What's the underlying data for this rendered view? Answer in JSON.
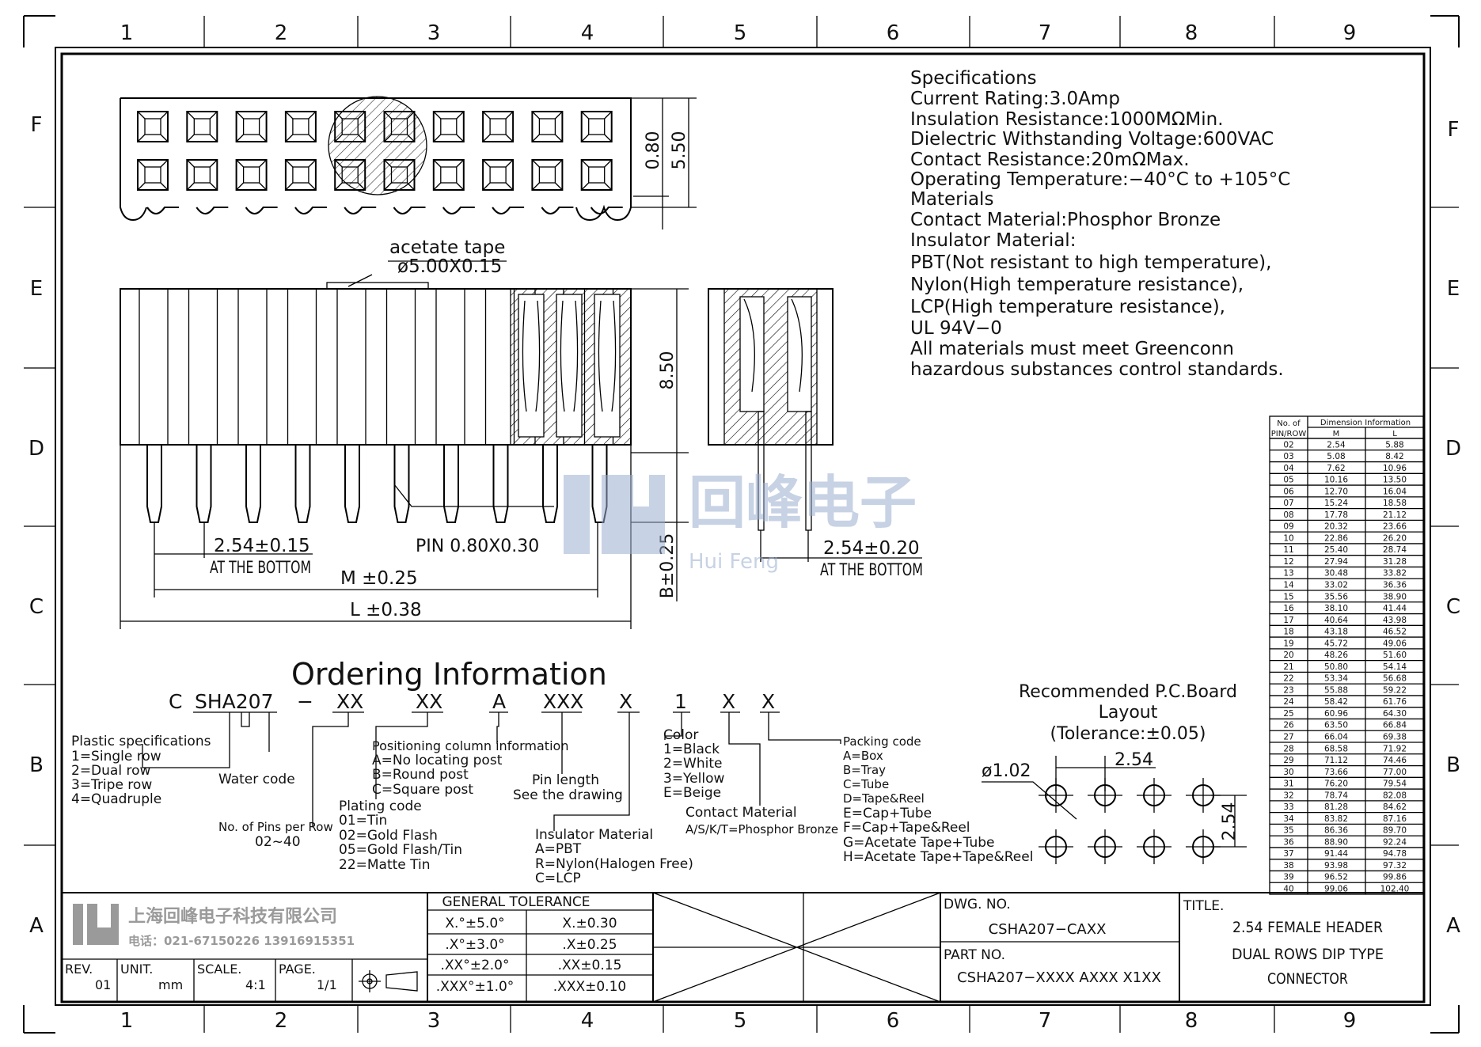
{
  "colors": {
    "ink": "#000000",
    "watermark": "#9aaecf",
    "stamp_gray": "#9a9a9a"
  },
  "border": {
    "columns": [
      "1",
      "2",
      "3",
      "4",
      "5",
      "6",
      "7",
      "8",
      "9"
    ],
    "rows": [
      "F",
      "E",
      "D",
      "C",
      "B",
      "A"
    ]
  },
  "specs": {
    "lines": [
      "Specifications",
      "Current  Rating:3.0Amp",
      "Insulation  Resistance:1000MΩMin.",
      "Dielectric  Withstanding  Voltage:600VAC",
      "Contact  Resistance:20mΩMax.",
      "Operating  Temperature:−40°C  to  +105°C",
      "Materials",
      "Contact  Material:Phosphor  Bronze",
      "Insulator  Material:",
      "PBT(Not  resistant  to  high  temperature),",
      "Nylon(High  temperature  resistance),",
      "LCP(High  temperature  resistance),",
      "UL  94V−0",
      "All  materials  must  meet  Greenconn",
      "hazardous  substances  control  standards."
    ]
  },
  "top_view": {
    "dim_080": "0.80",
    "dim_550": "5.50"
  },
  "front_view": {
    "tape_label": "acetate  tape",
    "tape_dim": "ø5.00X0.15",
    "height_dim": "8.50",
    "pitch_dim": "2.54±0.15",
    "pitch_note": "AT THE BOTTOM",
    "pin_dim": "PIN  0.80X0.30",
    "m_dim": "M  ±0.25",
    "l_dim": "L  ±0.38",
    "b_dim": "B±0.25"
  },
  "side_view": {
    "pitch_dim": "2.54±0.20",
    "pitch_note": "AT THE BOTTOM"
  },
  "watermark": {
    "cn": "回峰电子",
    "en": "Hui Feng"
  },
  "ordering": {
    "title": "Ordering  Information",
    "code": [
      "C",
      "SHA207",
      "−",
      "XX",
      "XX",
      "A",
      "XXX",
      "X",
      "1",
      "X",
      "X"
    ],
    "plastic": [
      "Plastic  specifications",
      "1=Single  row",
      "2=Dual  row",
      "3=Tripe  row",
      "4=Quadruple"
    ],
    "water": "Water  code",
    "pins": [
      "No. of Pins per Row",
      "02~40"
    ],
    "plating": [
      "Plating  code",
      "01=Tin",
      "02=Gold  Flash",
      "05=Gold  Flash/Tin",
      "22=Matte  Tin"
    ],
    "positioning": [
      "Positioning  column  information",
      "A=No  locating  post",
      "B=Round  post",
      "C=Square  post"
    ],
    "pinlen": [
      "Pin  length",
      "See  the  drawing"
    ],
    "insulator": [
      "Insulator  Material",
      "A=PBT",
      "R=Nylon(Halogen  Free)",
      "C=LCP"
    ],
    "color": [
      "Color",
      "1=Black",
      "2=White",
      "3=Yellow",
      "E=Beige"
    ],
    "contact": [
      "Contact  Material",
      "A/S/K/T=Phosphor  Bronze"
    ],
    "packing": [
      "Packing  code",
      "A=Box",
      "B=Tray",
      "C=Tube",
      "D=Tape&Reel",
      "E=Cap+Tube",
      "F=Cap+Tape&Reel",
      "G=Acetate  Tape+Tube",
      "H=Acetate  Tape+Tape&Reel"
    ]
  },
  "pcb": {
    "title": [
      "Recommended  P.C.Board",
      "Layout",
      "(Tolerance:±0.05)"
    ],
    "hole": "ø1.02",
    "pitch_h": "2.54",
    "pitch_v": "2.54"
  },
  "dim_table": {
    "head_no": [
      "No.  of",
      "PIN/ROW"
    ],
    "head_dim": "Dimension  Information",
    "col_m": "M",
    "col_l": "L",
    "rows": [
      [
        "02",
        "2.54",
        "5.88"
      ],
      [
        "03",
        "5.08",
        "8.42"
      ],
      [
        "04",
        "7.62",
        "10.96"
      ],
      [
        "05",
        "10.16",
        "13.50"
      ],
      [
        "06",
        "12.70",
        "16.04"
      ],
      [
        "07",
        "15.24",
        "18.58"
      ],
      [
        "08",
        "17.78",
        "21.12"
      ],
      [
        "09",
        "20.32",
        "23.66"
      ],
      [
        "10",
        "22.86",
        "26.20"
      ],
      [
        "11",
        "25.40",
        "28.74"
      ],
      [
        "12",
        "27.94",
        "31.28"
      ],
      [
        "13",
        "30.48",
        "33.82"
      ],
      [
        "14",
        "33.02",
        "36.36"
      ],
      [
        "15",
        "35.56",
        "38.90"
      ],
      [
        "16",
        "38.10",
        "41.44"
      ],
      [
        "17",
        "40.64",
        "43.98"
      ],
      [
        "18",
        "43.18",
        "46.52"
      ],
      [
        "19",
        "45.72",
        "49.06"
      ],
      [
        "20",
        "48.26",
        "51.60"
      ],
      [
        "21",
        "50.80",
        "54.14"
      ],
      [
        "22",
        "53.34",
        "56.68"
      ],
      [
        "23",
        "55.88",
        "59.22"
      ],
      [
        "24",
        "58.42",
        "61.76"
      ],
      [
        "25",
        "60.96",
        "64.30"
      ],
      [
        "26",
        "63.50",
        "66.84"
      ],
      [
        "27",
        "66.04",
        "69.38"
      ],
      [
        "28",
        "68.58",
        "71.92"
      ],
      [
        "29",
        "71.12",
        "74.46"
      ],
      [
        "30",
        "73.66",
        "77.00"
      ],
      [
        "31",
        "76.20",
        "79.54"
      ],
      [
        "32",
        "78.74",
        "82.08"
      ],
      [
        "33",
        "81.28",
        "84.62"
      ],
      [
        "34",
        "83.82",
        "87.16"
      ],
      [
        "35",
        "86.36",
        "89.70"
      ],
      [
        "36",
        "88.90",
        "92.24"
      ],
      [
        "37",
        "91.44",
        "94.78"
      ],
      [
        "38",
        "93.98",
        "97.32"
      ],
      [
        "39",
        "96.52",
        "99.86"
      ],
      [
        "40",
        "99.06",
        "102.40"
      ]
    ]
  },
  "title_block": {
    "company": "上海回峰电子科技有限公司",
    "phone": "电话：021-67150226  13916915351",
    "rev_label": "REV.",
    "rev": "01",
    "unit_label": "UNIT.",
    "unit": "mm",
    "scale_label": "SCALE.",
    "scale": "4:1",
    "page_label": "PAGE.",
    "page": "1/1",
    "tol_title": "GENERAL  TOLERANCE",
    "tol": [
      [
        "X.°±5.0°",
        "X.±0.30"
      ],
      [
        ".X°±3.0°",
        ".X±0.25"
      ],
      [
        ".XX°±2.0°",
        ".XX±0.15"
      ],
      [
        ".XXX°±1.0°",
        ".XXX±0.10"
      ]
    ],
    "dwg_label": "DWG.  NO.",
    "dwg": "CSHA207−CAXX",
    "part_label": "PART  NO.",
    "part": "CSHA207−XXXX  AXXX  X1XX",
    "title_label": "TITLE.",
    "title": [
      "2.54  FEMALE  HEADER",
      "DUAL  ROWS  DIP  TYPE",
      "CONNECTOR"
    ]
  }
}
